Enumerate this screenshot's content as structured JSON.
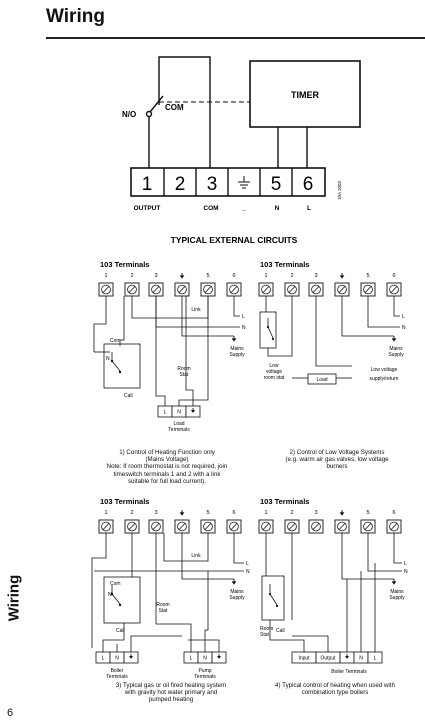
{
  "page": {
    "heading": "Wiring",
    "side_tab": "Wiring",
    "page_number": "6"
  },
  "main": {
    "com": "COM",
    "no": "N/O",
    "timer": "TIMER",
    "terminals": [
      "1",
      "2",
      "3",
      "⏚",
      "5",
      "6"
    ],
    "bottom_labels": {
      "output": "OUTPUT",
      "com": "COM",
      "dash": "_",
      "n": "N",
      "l": "L"
    },
    "code": "10A 1003"
  },
  "section_title": "TYPICAL EXTERNAL CIRCUITS",
  "diagrams": {
    "terminals_title": "103 Terminals",
    "term_nums": [
      "1",
      "2",
      "3",
      "⏚",
      "5",
      "6"
    ],
    "link": "Link",
    "l": "L",
    "n": "N",
    "mains": [
      "Mains",
      "Supply"
    ],
    "com": "Com",
    "call": "Call",
    "room_stat": [
      "Room",
      "Stat"
    ],
    "load_terminals": [
      "Load",
      "Terminals"
    ],
    "low_voltage_stat": [
      "Low",
      "voltage",
      "room stat"
    ],
    "load": "Load",
    "low_voltage_supply": [
      "Low voltage",
      "supply/return"
    ],
    "boiler_terminals": [
      "Boiler",
      "Terminals"
    ],
    "pump_terminals": [
      "Pump",
      "Terminals"
    ],
    "boiler_terminals_one": "Boiler Terminals",
    "input": "Input",
    "output": "Output"
  },
  "captions": {
    "c1": [
      "1) Control of Heating Function only",
      "(Mains Voltage)",
      "Note: If room thermostat is not required, join",
      "timeswitch terminals 1 and 2 with a link",
      "suitable for full load current)."
    ],
    "c2": [
      "2) Control of Low Voltage Systems",
      "(e.g. warm air gas valves, low voltage",
      "burners"
    ],
    "c3": [
      "3) Typical gas or oil fired heating system",
      "with gravity hot water primary and",
      "pumped heating"
    ],
    "c4": [
      "4) Typical control of heating when used with",
      "combination type boilers"
    ]
  }
}
